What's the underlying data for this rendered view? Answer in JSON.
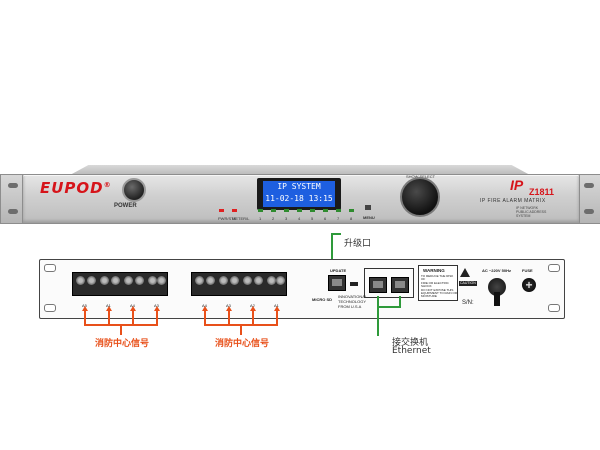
{
  "front_panel": {
    "logo": "EUPOD",
    "logo_reg": "®",
    "power_label": "POWER",
    "lcd_line1": "IP SYSTEM",
    "lcd_line2": "11-02-18  13:15",
    "led_labels": [
      "PWR/STS",
      "METER/L",
      "1",
      "2",
      "3",
      "4",
      "5",
      "6",
      "7",
      "8"
    ],
    "menu_label": "MENU",
    "select_label": "SHOW SELECT",
    "brand_ip": "IP",
    "brand_model": "Z1811",
    "brand_subtitle": "IP FIRE ALARM MATRIX",
    "brand_features": [
      "IP NETWORK",
      "PUBLIC ADDRESS",
      "SYSTEM"
    ]
  },
  "callouts": {
    "upgrade_port": "升级口",
    "switch_cn": "接交换机",
    "switch_en": "Ethernet",
    "fire_signal_left": "消防中心信号",
    "fire_signal_right": "消防中心信号"
  },
  "rear_panel": {
    "update_label": "UPDATE",
    "microsd_label": "MICRO SD",
    "tech_label": [
      "INNOVATIONAL",
      "TECHNOLOGY",
      "FROM U.S.A"
    ],
    "warning_title": "WARNING",
    "warning_text": [
      "TO REDUCE THE RISK OF",
      "FIRE OR ELECTRIC SHOCK",
      "DO NOT EXPOSE THIS",
      "EQUIPMENT TO RAIN OR",
      "MOISTURE"
    ],
    "caution_label": "CAUTION",
    "ac_label": "AC ~220V 50Hz",
    "fuse_label": "FUSE",
    "sn_label": "S/N:",
    "terminal_labels_left": [
      "A5",
      "A1",
      "A4",
      "A3"
    ],
    "terminal_labels_right": [
      "A4",
      "A3",
      "A2",
      "A1"
    ]
  },
  "colors": {
    "brand_red": "#d6141a",
    "lcd_blue": "#1e5fe0",
    "callout_green": "#2e9a3a",
    "callout_orange": "#e8501a"
  }
}
